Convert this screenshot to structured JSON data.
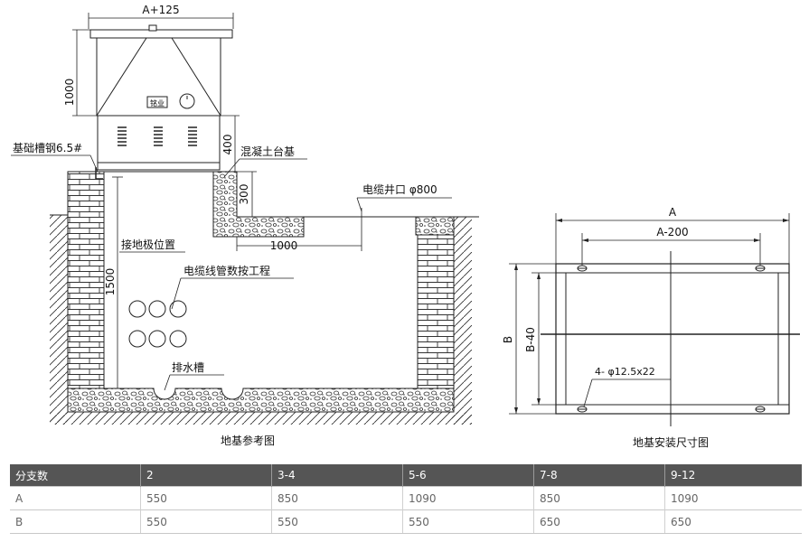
{
  "left_diagram": {
    "caption": "地基参考图",
    "dim_top_width": "A+125",
    "dim_cabinet_height": "1000",
    "dim_base_400": "400",
    "dim_concrete_300": "300",
    "dim_well_1000": "1000",
    "dim_depth_1500": "1500",
    "label_channel_steel": "基础槽钢6.5#",
    "label_concrete_base": "混凝土台基",
    "label_cable_well": "电缆井口 φ800",
    "label_ground_pos": "接地极位置",
    "label_cable_pipes": "电缆线管数按工程",
    "label_drain": "排水槽",
    "nameplate": "铭业"
  },
  "right_diagram": {
    "caption": "地基安装尺寸图",
    "dim_A": "A",
    "dim_A200": "A-200",
    "dim_B": "B",
    "dim_B40": "B-40",
    "hole_note": "4- φ12.5x22"
  },
  "table": {
    "headers": [
      "分支数",
      "2",
      "3-4",
      "5-6",
      "7-8",
      "9-12"
    ],
    "rows": [
      {
        "label": "A",
        "values": [
          "550",
          "850",
          "1090",
          "850",
          "1090"
        ]
      },
      {
        "label": "B",
        "values": [
          "550",
          "550",
          "550",
          "650",
          "650"
        ]
      }
    ]
  },
  "colors": {
    "header_bg": "#555555",
    "header_text": "#ffffff",
    "cell_text": "#666666"
  }
}
